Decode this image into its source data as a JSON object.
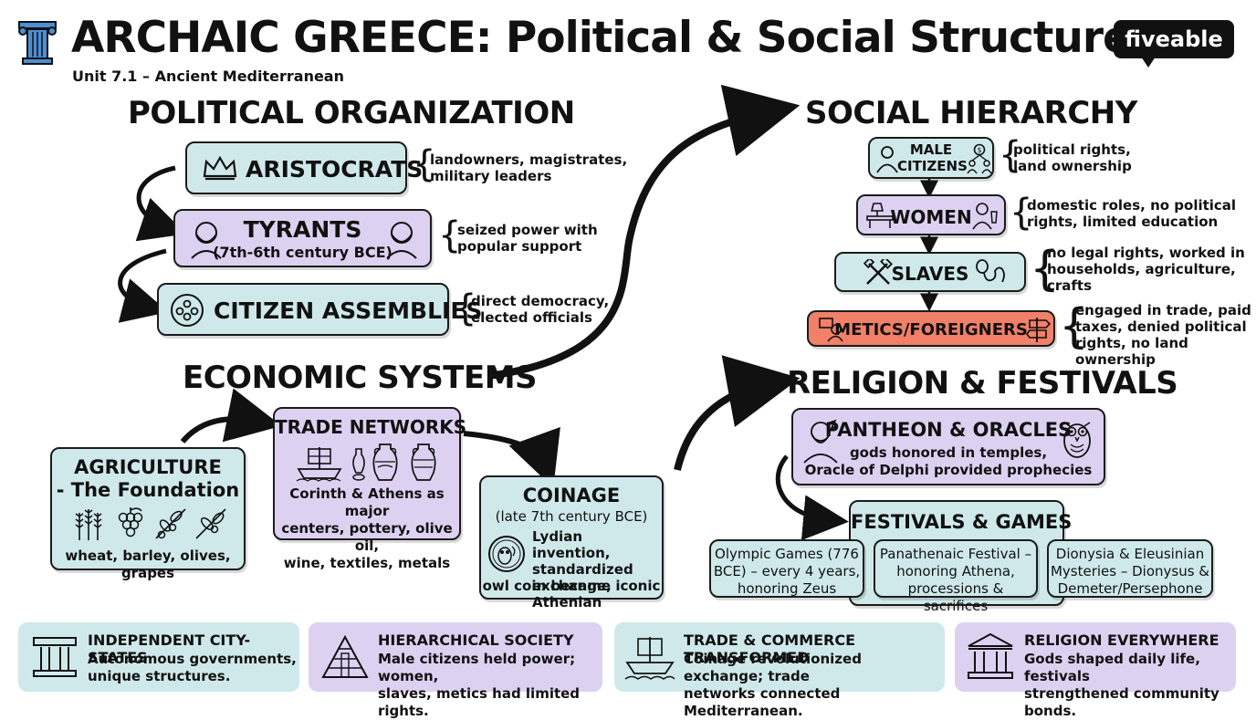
{
  "header": {
    "title": "ARCHAIC GREECE: Political & Social Structures",
    "subtitle": "Unit 7.1 – Ancient Mediterranean",
    "brand": "fiveable"
  },
  "political": {
    "heading": "POLITICAL ORGANIZATION",
    "aristocrats": {
      "label": "ARISTOCRATS",
      "note1": "landowners, magistrates,",
      "note2": "military leaders"
    },
    "tyrants": {
      "label": "TYRANTS",
      "sub": "(7th-6th century BCE)",
      "note1": "seized power with",
      "note2": "popular support"
    },
    "assemblies": {
      "label": "CITIZEN ASSEMBLIES",
      "note1": "direct democracy,",
      "note2": "elected officials"
    }
  },
  "social": {
    "heading": "SOCIAL HIERARCHY",
    "male": {
      "label1": "MALE",
      "label2": "CITIZENS",
      "note1": "political rights,",
      "note2": "land ownership"
    },
    "women": {
      "label": "WOMEN",
      "note1": "domestic roles, no political",
      "note2": "rights, limited education"
    },
    "slaves": {
      "label": "SLAVES",
      "note1": "no legal rights, worked in",
      "note2": "households, agriculture,",
      "note3": "crafts"
    },
    "metics": {
      "label": "METICS/FOREIGNERS",
      "note1": "engaged in trade, paid",
      "note2": "taxes, denied political",
      "note3": "rights, no land ownership"
    }
  },
  "economic": {
    "heading": "ECONOMIC SYSTEMS",
    "agriculture": {
      "title1": "AGRICULTURE",
      "title2": "- The Foundation",
      "desc": "wheat, barley, olives, grapes"
    },
    "trade": {
      "title": "TRADE NETWORKS",
      "desc1": "Corinth & Athens as major",
      "desc2": "centers, pottery, olive oil,",
      "desc3": "wine, textiles, metals"
    },
    "coinage": {
      "title": "COINAGE",
      "sub": "(late 7th century BCE)",
      "desc1": "Lydian invention,",
      "desc2": "standardized",
      "desc3": "exchange, Athenian",
      "desc4": "owl coin became iconic"
    }
  },
  "religion": {
    "heading": "RELIGION & FESTIVALS",
    "pantheon": {
      "title": "PANTHEON & ORACLES",
      "desc1": "gods honored in temples,",
      "desc2": "Oracle of Delphi provided prophecies"
    },
    "festivals": {
      "title": "FESTIVALS & GAMES"
    },
    "olympic": {
      "l1": "Olympic Games (776",
      "l2": "BCE) – every 4 years,",
      "l3": "honoring Zeus"
    },
    "panathenaic": {
      "l1": "Panathenaic Festival –",
      "l2": "honoring Athena,",
      "l3": "processions & sacrifices"
    },
    "dionysia": {
      "l1": "Dionysia & Eleusinian",
      "l2": "Mysteries – Dionysus &",
      "l3": "Demeter/Persephone"
    }
  },
  "summary": [
    {
      "title": "INDEPENDENT CITY-STATES",
      "l1": "Autonomous governments,",
      "l2": "unique structures."
    },
    {
      "title": "HIERARCHICAL SOCIETY",
      "l1": "Male citizens held power; women,",
      "l2": "slaves, metics had limited rights."
    },
    {
      "title": "TRADE & COMMERCE TRANSFORMED",
      "l1": "Coinage revolutionized exchange; trade",
      "l2": "networks connected Mediterranean."
    },
    {
      "title": "RELIGION EVERYWHERE",
      "l1": "Gods shaped daily life, festivals",
      "l2": "strengthened community bonds."
    }
  ],
  "colors": {
    "teal": "#cfe9ea",
    "lavender": "#ddd1f1",
    "coral": "#f08068",
    "ink": "#111111"
  },
  "icons": [
    "column-icon",
    "crown-icon",
    "tyrant-face-icon",
    "assembly-icon",
    "citizen-icon",
    "woman-icon",
    "tools-icon",
    "chains-icon",
    "merchant-icon",
    "signpost-icon",
    "wheat-icon",
    "grapes-icon",
    "olive-icon",
    "ship-icon",
    "amphora-icon",
    "owl-coin-icon",
    "zeus-icon",
    "owl-icon",
    "pyramid-icon",
    "temple-icon"
  ]
}
